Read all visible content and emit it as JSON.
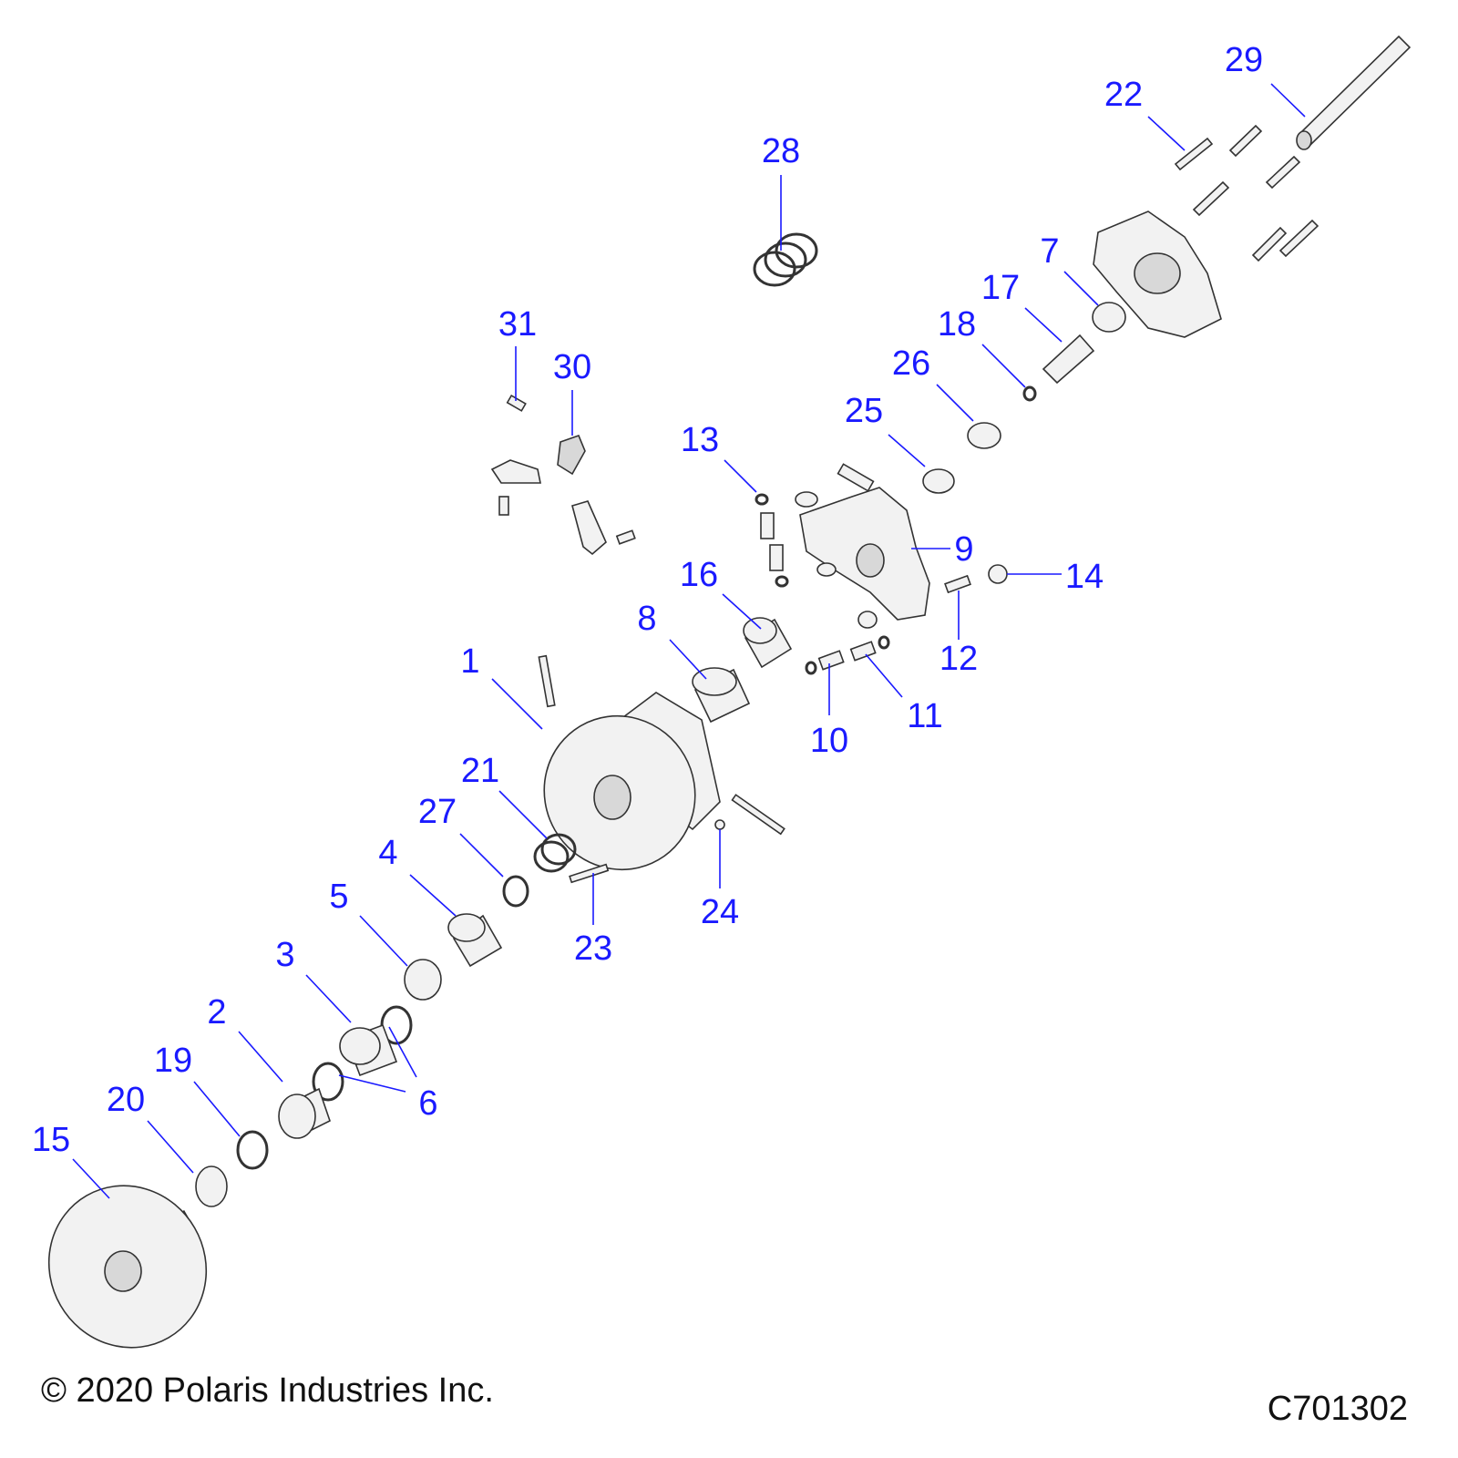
{
  "diagram": {
    "callouts": [
      "29",
      "22",
      "28",
      "7",
      "17",
      "18",
      "31",
      "30",
      "26",
      "25",
      "13",
      "9",
      "14",
      "16",
      "12",
      "8",
      "1",
      "11",
      "10",
      "21",
      "27",
      "24",
      "23",
      "4",
      "5",
      "3",
      "6",
      "2",
      "19",
      "20",
      "15"
    ]
  },
  "footer": {
    "copyright": "© 2020 Polaris Industries Inc.",
    "drawing_number": "C701302"
  },
  "colors": {
    "callout": "#1a1aff"
  }
}
